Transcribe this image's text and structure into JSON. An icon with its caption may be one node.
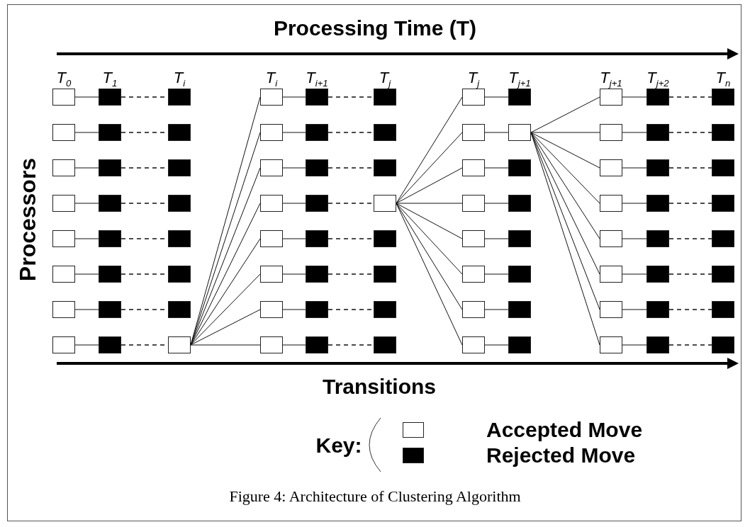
{
  "diagram": {
    "title": "Processing Time (T)",
    "caption": "Figure 4: Architecture of Clustering Algorithm",
    "nodes": [
      {
        "text": [],
        "shape": "box"
      },
      {
        "text": [],
        "shape": "block"
      },
      {
        "text": [],
        "shape": "block"
      },
      {
        "text": [],
        "shape": "box"
      },
      {
        "text": [],
        "shape": "block"
      },
      {
        "text": [],
        "shape": "block"
      },
      {
        "text": [],
        "shape": "box"
      },
      {
        "text": [],
        "shape": "block"
      },
      {
        "text": [],
        "shape": "block"
      },
      {
        "text": [],
        "shape": "box"
      },
      {
        "text": [],
        "shape": "block"
      },
      {
        "text": [],
        "shape": "block"
      },
      {
        "text": [],
        "shape": "box"
      },
      {
        "text": [],
        "shape": "block"
      },
      {
        "text": [],
        "shape": "block"
      },
      {
        "text": [],
        "shape": "box"
      },
      {
        "text": [],
        "shape": "block"
      },
      {
        "text": [],
        "shape": "block"
      },
      {
        "text": [],
        "shape": "box"
      },
      {
        "text": [],
        "shape": "block"
      },
      {
        "text": [],
        "shape": "block"
      },
      {
        "text": [],
        "shape": "box"
      },
      {
        "text": [],
        "shape": "block"
      },
      {
        "text": [],
        "shape": "box"
      },
      {
        "text": [],
        "shape": "box"
      },
      {
        "text": [],
        "shape": "block"
      },
      {
        "text": [],
        "shape": "block"
      },
      {
        "text": [],
        "shape": "box"
      },
      {
        "text": [],
        "shape": "block"
      },
      {
        "text": [],
        "shape": "block"
      },
      {
        "text": [],
        "shape": "box"
      },
      {
        "text": [],
        "shape": "block"
      },
      {
        "text": [],
        "shape": "block"
      },
      {
        "text": [],
        "shape": "box"
      },
      {
        "text": [],
        "shape": "block"
      },
      {
        "text": [],
        "shape": "box"
      },
      {
        "text": [],
        "shape": "box"
      },
      {
        "text": [],
        "shape": "block"
      },
      {
        "text": [],
        "shape": "block"
      },
      {
        "text": [],
        "shape": "box"
      },
      {
        "text": [],
        "shape": "block"
      },
      {
        "text": [],
        "shape": "block"
      },
      {
        "text": [],
        "shape": "box"
      },
      {
        "text": [],
        "shape": "block"
      },
      {
        "text": [],
        "shape": "block"
      },
      {
        "text": [],
        "shape": "box"
      },
      {
        "text": [],
        "shape": "block"
      },
      {
        "text": [],
        "shape": "block"
      },
      {
        "text": [],
        "shape": "box"
      },
      {
        "text": [],
        "shape": "block"
      },
      {
        "text": [],
        "shape": "box"
      },
      {
        "text": [],
        "shape": "box"
      },
      {
        "text": [],
        "shape": "box"
      },
      {
        "text": [],
        "shape": "block"
      },
      {
        "text": [],
        "shape": "box"
      },
      {
        "text": [],
        "shape": "block"
      },
      {
        "text": [],
        "shape": "box"
      },
      {
        "text": [],
        "shape": "block"
      },
      {
        "text": [],
        "shape": "box"
      },
      {
        "text": [],
        "shape": "block"
      },
      {
        "text": [],
        "shape": "box"
      },
      {
        "text": [],
        "shape": "block"
      },
      {
        "text": [],
        "shape": "box"
      },
      {
        "text": [],
        "shape": "block"
      },
      {
        "text": [],
        "shape": "box"
      },
      {
        "text": [],
        "shape": "block"
      },
      {
        "text": [],
        "shape": "block"
      },
      {
        "text": [],
        "shape": "box"
      },
      {
        "text": [],
        "shape": "block"
      },
      {
        "text": [],
        "shape": "block"
      },
      {
        "text": [],
        "shape": "box"
      },
      {
        "text": [],
        "shape": "block"
      },
      {
        "text": [],
        "shape": "block"
      },
      {
        "text": [],
        "shape": "box"
      },
      {
        "text": [],
        "shape": "block"
      },
      {
        "text": [],
        "shape": "block"
      },
      {
        "text": [],
        "shape": "box"
      },
      {
        "text": [],
        "shape": "block"
      },
      {
        "text": [],
        "shape": "block"
      },
      {
        "text": [],
        "shape": "box"
      },
      {
        "text": [],
        "shape": "block"
      },
      {
        "text": [],
        "shape": "block"
      },
      {
        "text": [],
        "shape": "box"
      },
      {
        "text": [],
        "shape": "block"
      },
      {
        "text": [],
        "shape": "block"
      },
      {
        "text": [],
        "shape": "box"
      },
      {
        "text": [],
        "shape": "block"
      },
      {
        "text": [],
        "shape": "block"
      }
    ],
    "edges": [
      {
        "from": 0,
        "to": 1,
        "arrow": "none"
      },
      {
        "from": 1,
        "to": 2,
        "arrow": "none",
        "style": "dashed"
      },
      {
        "from": 3,
        "to": 4,
        "arrow": "none"
      },
      {
        "from": 4,
        "to": 5,
        "arrow": "none",
        "style": "dashed"
      },
      {
        "from": 6,
        "to": 7,
        "arrow": "none"
      },
      {
        "from": 7,
        "to": 8,
        "arrow": "none",
        "style": "dashed"
      },
      {
        "from": 9,
        "to": 10,
        "arrow": "none"
      },
      {
        "from": 10,
        "to": 11,
        "arrow": "none",
        "style": "dashed"
      },
      {
        "from": 12,
        "to": 13,
        "arrow": "none"
      },
      {
        "from": 13,
        "to": 14,
        "arrow": "none",
        "style": "dashed"
      },
      {
        "from": 15,
        "to": 16,
        "arrow": "none"
      },
      {
        "from": 16,
        "to": 17,
        "arrow": "none",
        "style": "dashed"
      },
      {
        "from": 18,
        "to": 19,
        "arrow": "none"
      },
      {
        "from": 19,
        "to": 20,
        "arrow": "none",
        "style": "dashed"
      },
      {
        "from": 21,
        "to": 22,
        "arrow": "none"
      },
      {
        "from": 22,
        "to": 23,
        "arrow": "none",
        "style": "dashed"
      },
      {
        "from": 23,
        "to": 24,
        "arrow": "none"
      },
      {
        "from": 23,
        "to": 27,
        "arrow": "none"
      },
      {
        "from": 23,
        "to": 30,
        "arrow": "none"
      },
      {
        "from": 23,
        "to": 33,
        "arrow": "none"
      },
      {
        "from": 23,
        "to": 36,
        "arrow": "none"
      },
      {
        "from": 23,
        "to": 39,
        "arrow": "none"
      },
      {
        "from": 23,
        "to": 42,
        "arrow": "none"
      },
      {
        "from": 23,
        "to": 45,
        "arrow": "none"
      },
      {
        "from": 24,
        "to": 25,
        "arrow": "none"
      },
      {
        "from": 25,
        "to": 26,
        "arrow": "none",
        "style": "dashed"
      },
      {
        "from": 27,
        "to": 28,
        "arrow": "none"
      },
      {
        "from": 28,
        "to": 29,
        "arrow": "none",
        "style": "dashed"
      },
      {
        "from": 30,
        "to": 31,
        "arrow": "none"
      },
      {
        "from": 31,
        "to": 32,
        "arrow": "none",
        "style": "dashed"
      },
      {
        "from": 33,
        "to": 34,
        "arrow": "none"
      },
      {
        "from": 34,
        "to": 35,
        "arrow": "none",
        "style": "dashed"
      },
      {
        "from": 36,
        "to": 37,
        "arrow": "none"
      },
      {
        "from": 37,
        "to": 38,
        "arrow": "none",
        "style": "dashed"
      },
      {
        "from": 39,
        "to": 40,
        "arrow": "none"
      },
      {
        "from": 40,
        "to": 41,
        "arrow": "none",
        "style": "dashed"
      },
      {
        "from": 42,
        "to": 43,
        "arrow": "none"
      },
      {
        "from": 43,
        "to": 44,
        "arrow": "none",
        "style": "dashed"
      },
      {
        "from": 45,
        "to": 46,
        "arrow": "none"
      },
      {
        "from": 46,
        "to": 47,
        "arrow": "none",
        "style": "dashed"
      },
      {
        "from": 35,
        "to": 48,
        "arrow": "none"
      },
      {
        "from": 35,
        "to": 50,
        "arrow": "none"
      },
      {
        "from": 35,
        "to": 52,
        "arrow": "none"
      },
      {
        "from": 35,
        "to": 54,
        "arrow": "none"
      },
      {
        "from": 35,
        "to": 56,
        "arrow": "none"
      },
      {
        "from": 35,
        "to": 58,
        "arrow": "none"
      },
      {
        "from": 35,
        "to": 60,
        "arrow": "none"
      },
      {
        "from": 35,
        "to": 62,
        "arrow": "none"
      },
      {
        "from": 48,
        "to": 49,
        "arrow": "none"
      },
      {
        "from": 50,
        "to": 51,
        "arrow": "none"
      },
      {
        "from": 52,
        "to": 53,
        "arrow": "none"
      },
      {
        "from": 54,
        "to": 55,
        "arrow": "none"
      },
      {
        "from": 56,
        "to": 57,
        "arrow": "none"
      },
      {
        "from": 58,
        "to": 59,
        "arrow": "none"
      },
      {
        "from": 60,
        "to": 61,
        "arrow": "none"
      },
      {
        "from": 62,
        "to": 63,
        "arrow": "none"
      },
      {
        "from": 51,
        "to": 64,
        "arrow": "none"
      },
      {
        "from": 51,
        "to": 67,
        "arrow": "none"
      },
      {
        "from": 51,
        "to": 70,
        "arrow": "none"
      },
      {
        "from": 51,
        "to": 73,
        "arrow": "none"
      },
      {
        "from": 51,
        "to": 76,
        "arrow": "none"
      },
      {
        "from": 51,
        "to": 79,
        "arrow": "none"
      },
      {
        "from": 51,
        "to": 82,
        "arrow": "none"
      },
      {
        "from": 51,
        "to": 85,
        "arrow": "none"
      },
      {
        "from": 64,
        "to": 65,
        "arrow": "none"
      },
      {
        "from": 65,
        "to": 66,
        "arrow": "none",
        "style": "dashed"
      },
      {
        "from": 67,
        "to": 68,
        "arrow": "none"
      },
      {
        "from": 68,
        "to": 69,
        "arrow": "none",
        "style": "dashed"
      },
      {
        "from": 70,
        "to": 71,
        "arrow": "none"
      },
      {
        "from": 71,
        "to": 72,
        "arrow": "none",
        "style": "dashed"
      },
      {
        "from": 73,
        "to": 74,
        "arrow": "none"
      },
      {
        "from": 74,
        "to": 75,
        "arrow": "none",
        "style": "dashed"
      },
      {
        "from": 76,
        "to": 77,
        "arrow": "none"
      },
      {
        "from": 77,
        "to": 78,
        "arrow": "none",
        "style": "dashed"
      },
      {
        "from": 79,
        "to": 80,
        "arrow": "none"
      },
      {
        "from": 80,
        "to": 81,
        "arrow": "none",
        "style": "dashed"
      },
      {
        "from": 82,
        "to": 83,
        "arrow": "none"
      },
      {
        "from": 83,
        "to": 84,
        "arrow": "none",
        "style": "dashed"
      },
      {
        "from": 85,
        "to": 86,
        "arrow": "none"
      },
      {
        "from": 86,
        "to": 87,
        "arrow": "none",
        "style": "dashed"
      }
    ],
    "labels": [
      "T$_{0}$",
      "T$_{1}$",
      "T$_{i}$",
      "T$_{i}$",
      "T$_{i+1}$",
      "T$_{j}$",
      "T$_{j}$",
      "T$_{j+1}$",
      "T$_{j+1}$",
      "T$_{j+2}$",
      "T$_{n}$",
      "Processors",
      "Transitions",
      "Key:"
    ],
    "legend": [
      {
        "text": "Accepted Move",
        "color": "#ffffff"
      },
      {
        "text": "Rejected Move",
        "color": "#000000"
      }
    ]
  }
}
